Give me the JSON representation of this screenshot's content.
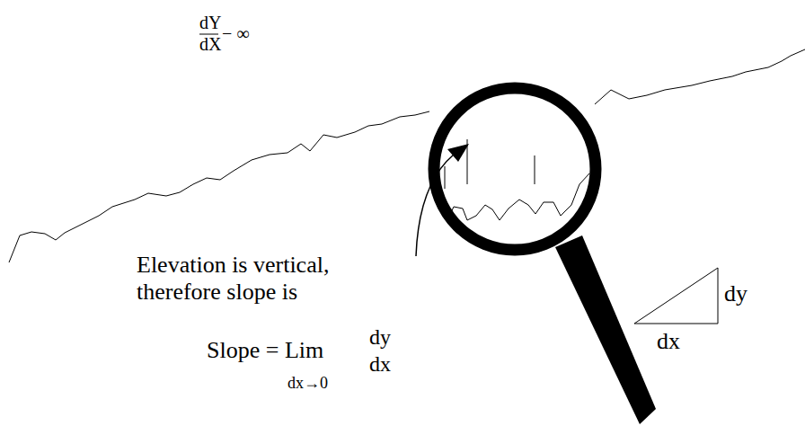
{
  "diagram": {
    "labels": [
      "dY",
      "dX",
      "− ∞",
      "Elevation is vertical, therefore slope is",
      "Slope = Lim",
      "dy",
      "dx",
      "dx→0",
      "dx",
      "dy"
    ]
  }
}
